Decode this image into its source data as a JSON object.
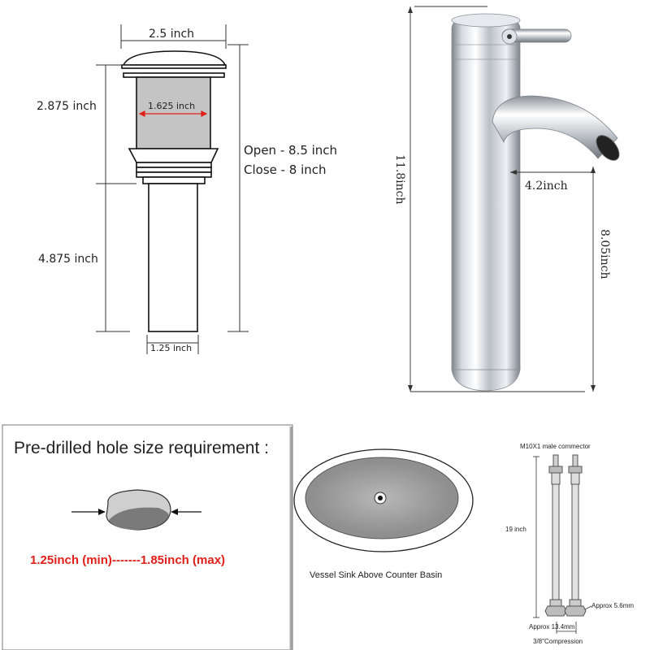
{
  "drain": {
    "width_top": "2.5 inch",
    "inner_width": "1.625 inch",
    "height_upper": "2.875 inch",
    "height_lower": "4.875 inch",
    "pipe_width": "1.25 inch",
    "open_height": "Open - 8.5 inch",
    "close_height": "Close - 8 inch"
  },
  "faucet": {
    "total_height": "11.8inch",
    "spout_reach": "4.2inch",
    "spout_height": "8.05inch"
  },
  "hole": {
    "title": "Pre-drilled hole size requirement :",
    "range": "1.25inch (min)-------1.85inch (max)"
  },
  "sink": {
    "caption": "Vessel Sink Above Counter  Basin"
  },
  "supply": {
    "connector": "M10X1 male commector",
    "length": "19 inch",
    "approx_right": "Approx 5.6mm",
    "approx_bottom": "Approx 13.4mm",
    "compression": "3/8\"Compression"
  },
  "colors": {
    "red": "#e0201a",
    "chrome_dark": "#8a8f96",
    "chrome_light": "#eef1f5",
    "gray_fill": "#c4c4c4"
  }
}
